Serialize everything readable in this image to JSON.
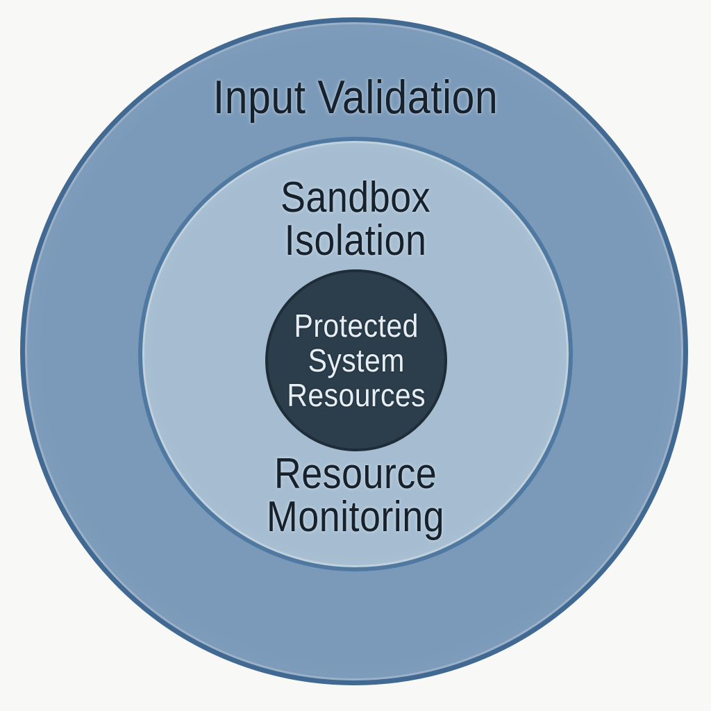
{
  "diagram": {
    "type": "concentric-layers",
    "layers": {
      "outer": {
        "label": "Input Validation",
        "fill": "#7b9ab9",
        "stroke": "#416991"
      },
      "middle": {
        "top_label": "Sandbox\nIsolation",
        "bottom_label": "Resource\nMonitoring",
        "fill": "#a6bdd1",
        "stroke": "#4f79a0"
      },
      "inner": {
        "label": "Protected\nSystem\nResources",
        "fill": "#2c3e4b",
        "stroke": "#1f2d38",
        "text_color": "#e7eef5"
      }
    },
    "colors": {
      "background": "#f8f8f7",
      "label_text": "#17212c"
    }
  }
}
